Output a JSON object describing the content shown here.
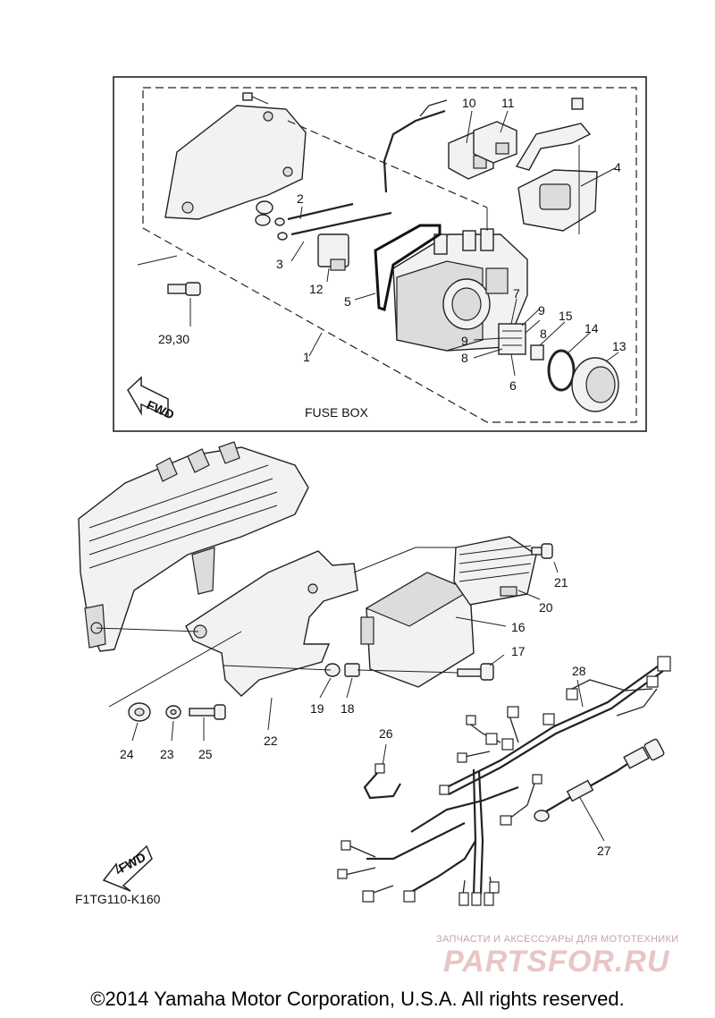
{
  "box_title": "FUSE BOX",
  "fwd_label": "FWD",
  "diagram_code": "F1TG110-K160",
  "copyright": "©2014 Yamaha Motor Corporation, U.S.A. All rights reserved.",
  "watermark": {
    "line1": "ЗАПЧАСТИ И АКСЕССУАРЫ ДЛЯ МОТОТЕХНИКИ",
    "line2": "PARTSFOR.RU"
  },
  "callouts": {
    "c1": "1",
    "c2": "2",
    "c3": "3",
    "c4": "4",
    "c5": "5",
    "c6": "6",
    "c7": "7",
    "c8a": "8",
    "c8b": "8",
    "c9a": "9",
    "c9b": "9",
    "c10": "10",
    "c11": "11",
    "c12": "12",
    "c13": "13",
    "c14": "14",
    "c15": "15",
    "c16": "16",
    "c17": "17",
    "c18": "18",
    "c19": "19",
    "c20": "20",
    "c21": "21",
    "c22": "22",
    "c23": "23",
    "c24": "24",
    "c25": "25",
    "c26": "26",
    "c27": "27",
    "c28": "28",
    "c2930": "29,30"
  }
}
